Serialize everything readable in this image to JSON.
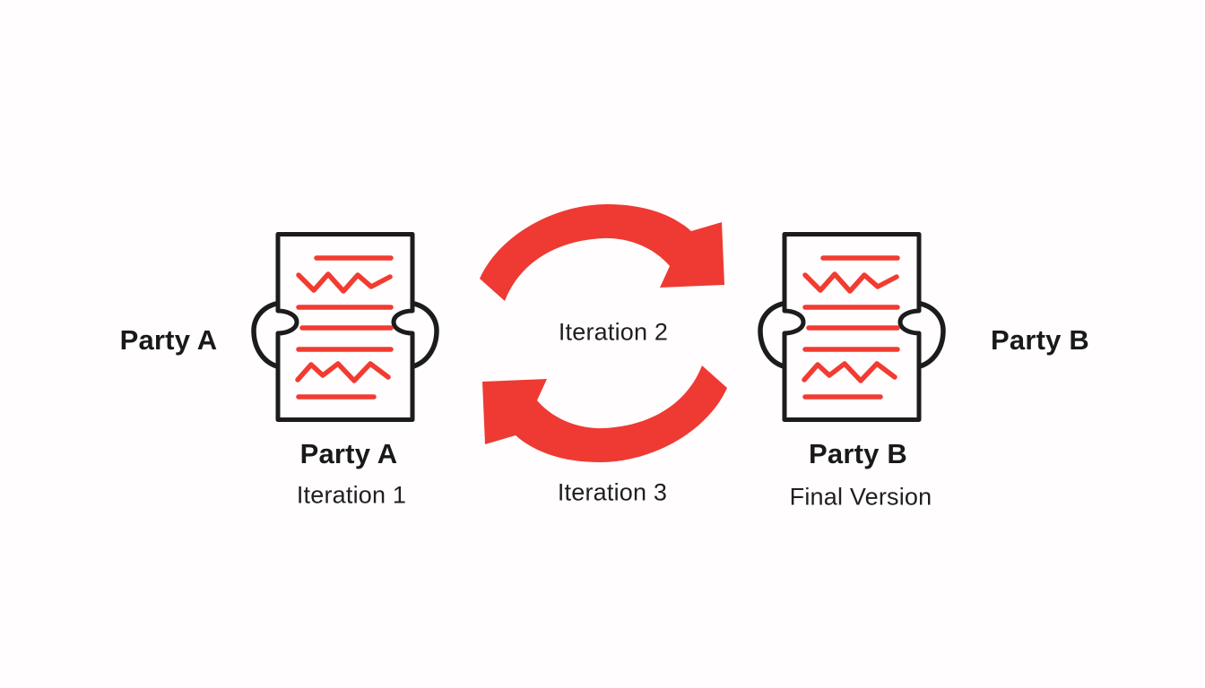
{
  "colors": {
    "red": "#ee3a33",
    "ink": "#1c1c1c",
    "background": "#fffdfd"
  },
  "icons": [
    "document-held-by-hands-icon",
    "cycle-arrows-icon"
  ],
  "diagram": {
    "left_party": {
      "side_label": "Party A",
      "caption_title": "Party A",
      "caption_subtitle": "Iteration 1"
    },
    "right_party": {
      "side_label": "Party B",
      "caption_title": "Party B",
      "caption_subtitle": "Final Version"
    },
    "cycle": {
      "top_label": "Iteration 2",
      "bottom_label": "Iteration 3"
    }
  }
}
